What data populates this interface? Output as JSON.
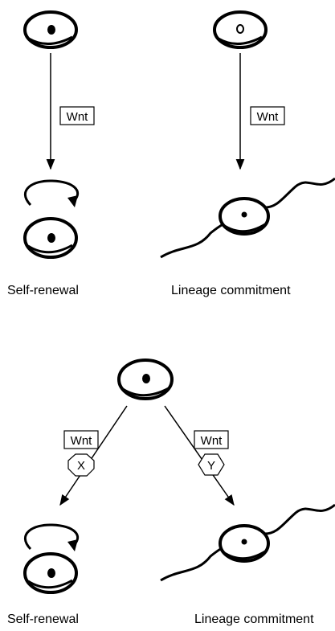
{
  "top": {
    "left_signal": "Wnt",
    "right_signal": "Wnt",
    "left_outcome": "Self-renewal",
    "right_outcome": "Lineage commitment"
  },
  "bottom": {
    "left_signal": "Wnt",
    "right_signal": "Wnt",
    "left_cofactor": "X",
    "right_cofactor": "Y",
    "left_outcome": "Self-renewal",
    "right_outcome": "Lineage commitment"
  },
  "colors": {
    "ink": "#000000",
    "background": "#ffffff"
  }
}
